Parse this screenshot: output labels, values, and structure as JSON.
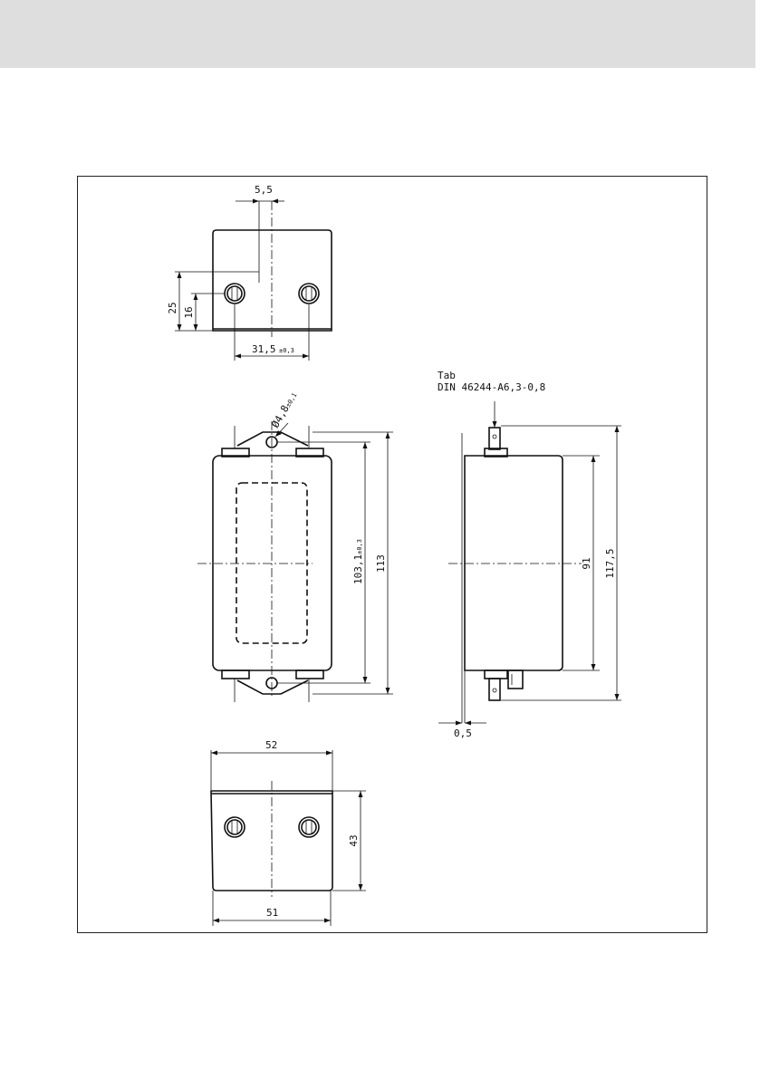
{
  "drawing": {
    "tab_label_line1": "Tab",
    "tab_label_line2": "DIN 46244-A6,3-0,8",
    "dimensions": {
      "top_hole_offset": "5,5",
      "top_height_25": "25",
      "top_height_16": "16",
      "top_width_main": "31,5",
      "top_width_tol": "±0,3",
      "hole_dia_main": "Ø4,8",
      "hole_dia_tol": "±0,1",
      "front_height_main": "103,1",
      "front_height_tol": "±0,3",
      "front_overall": "113",
      "side_height": "91",
      "side_overall": "117,5",
      "side_thickness": "0,5",
      "bottom_top_width": "52",
      "bottom_height": "43",
      "bottom_width": "51"
    }
  }
}
